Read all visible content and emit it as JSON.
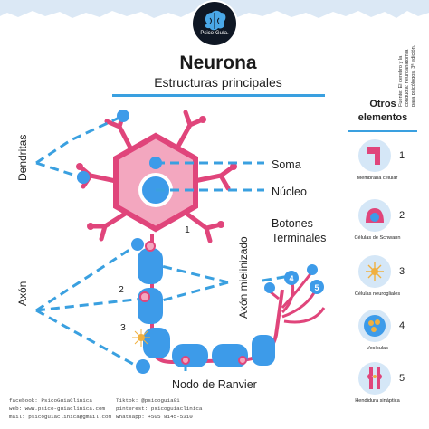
{
  "brand": {
    "logo_text": "Psico·Guía."
  },
  "header": {
    "title": "Neurona",
    "subtitle": "Estructuras principales",
    "source_note": "Fuente: El cerebro y la conducta: neuroanatomía para psicólogos, 3ª edición."
  },
  "diagram": {
    "labels": {
      "dendritas": "Dendritas",
      "soma": "Soma",
      "nucleo": "Núcleo",
      "axon": "Axón",
      "axon_mielinizado": "Axón mielinizado",
      "botones_line1": "Botones",
      "botones_line2": "Terminales",
      "nodo_ranvier": "Nodo de Ranvier"
    },
    "numbers": [
      "1",
      "2",
      "3",
      "4",
      "5"
    ],
    "colors": {
      "pink": "#e0457b",
      "blue": "#3d9be9",
      "light_pink": "#f3a7bf",
      "dash": "#3aa0e0"
    }
  },
  "panel": {
    "title_line1": "Otros",
    "title_line2": "elementos",
    "items": [
      {
        "num": "1",
        "label": "Membrana celular",
        "icon": "membrane-icon"
      },
      {
        "num": "2",
        "label": "Células de Schwann",
        "icon": "schwann-cell-icon"
      },
      {
        "num": "3",
        "label": "Células neurogliales",
        "icon": "neuroglia-icon"
      },
      {
        "num": "4",
        "label": "Vesículas",
        "icon": "vesicles-icon"
      },
      {
        "num": "5",
        "label": "Hendidura sináptica",
        "icon": "synaptic-cleft-icon"
      }
    ]
  },
  "footer": {
    "left_line1": "facebook: PsicoGuiaClinica",
    "left_line2": "web: www.psico-guiaclinica.com",
    "left_line3": "mail: psicoguiaclinica@gmail.com",
    "right_line1": "Tiktok: @psicoguia91",
    "right_line2": "pinterest: psicoguiaclinica",
    "right_line3": "whatsapp: +505 8145-5310"
  }
}
